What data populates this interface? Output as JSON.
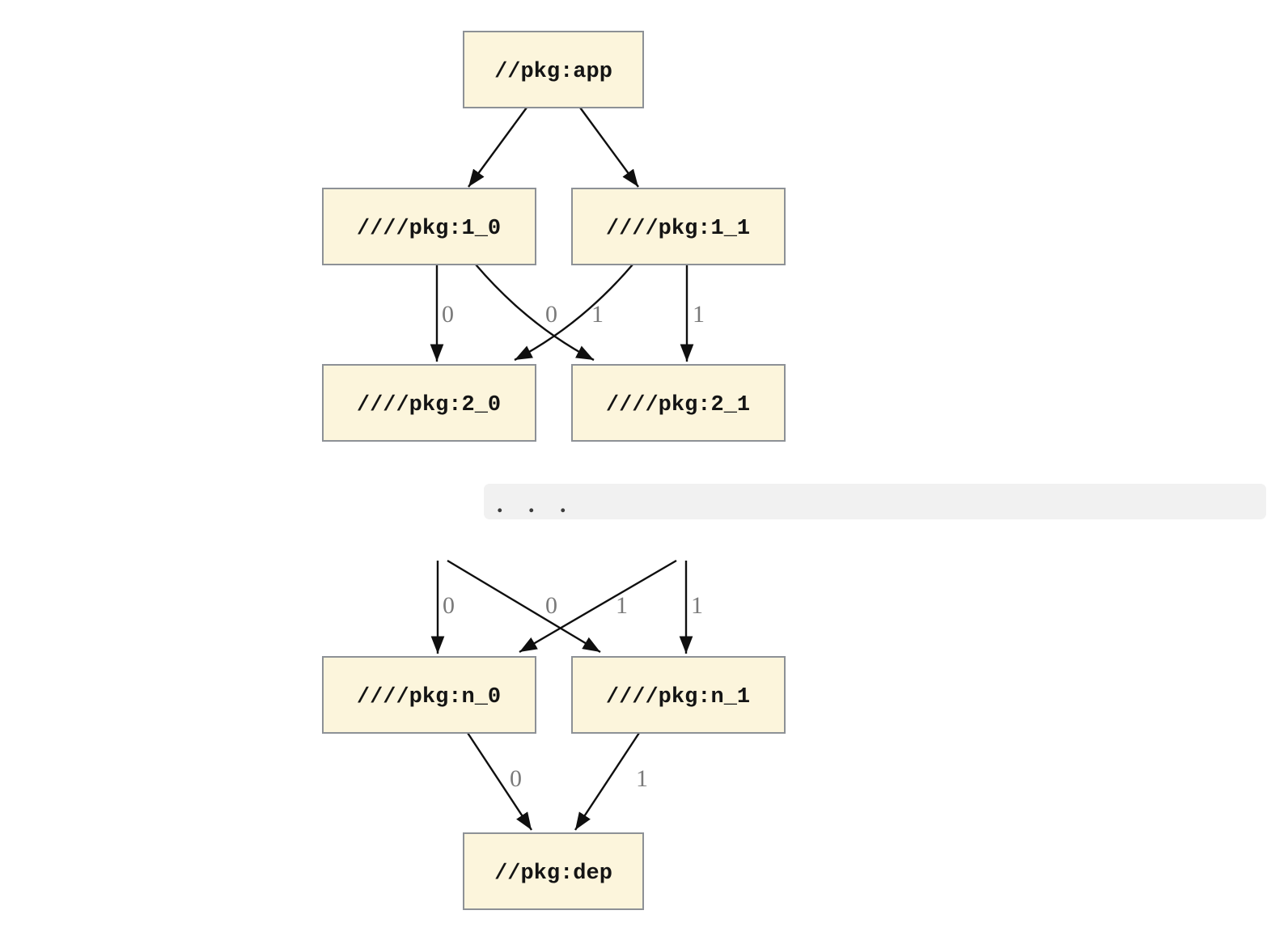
{
  "diagram": {
    "type": "dependency-graph",
    "nodes": [
      {
        "id": "app",
        "label": "//pkg:app"
      },
      {
        "id": "1_0",
        "label": "////pkg:1_0"
      },
      {
        "id": "1_1",
        "label": "////pkg:1_1"
      },
      {
        "id": "2_0",
        "label": "////pkg:2_0"
      },
      {
        "id": "2_1",
        "label": "////pkg:2_1"
      },
      {
        "id": "n_0",
        "label": "////pkg:n_0"
      },
      {
        "id": "n_1",
        "label": "////pkg:n_1"
      },
      {
        "id": "dep",
        "label": "//pkg:dep"
      }
    ],
    "separator": {
      "label": ". . ."
    },
    "edges": [
      {
        "from": "//pkg:app",
        "to": "////pkg:1_0",
        "label": ""
      },
      {
        "from": "//pkg:app",
        "to": "////pkg:1_1",
        "label": ""
      },
      {
        "from": "////pkg:1_0",
        "to": "////pkg:2_0",
        "label": "0"
      },
      {
        "from": "////pkg:1_0",
        "to": "////pkg:2_1",
        "label": "1"
      },
      {
        "from": "////pkg:1_1",
        "to": "////pkg:2_0",
        "label": "0"
      },
      {
        "from": "////pkg:1_1",
        "to": "////pkg:2_1",
        "label": "1"
      },
      {
        "from": "...",
        "to": "////pkg:n_0",
        "label": "0"
      },
      {
        "from": "...",
        "to": "////pkg:n_1",
        "label": "1"
      },
      {
        "from": "...",
        "to": "////pkg:n_0",
        "label": "0"
      },
      {
        "from": "...",
        "to": "////pkg:n_1",
        "label": "1"
      },
      {
        "from": "////pkg:n_0",
        "to": "//pkg:dep",
        "label": "0"
      },
      {
        "from": "////pkg:n_1",
        "to": "//pkg:dep",
        "label": "1"
      }
    ],
    "colors": {
      "node_fill": "#fcf5dc",
      "node_border": "#8d9196",
      "edge": "#0f0f0f",
      "edge_label": "#7a7a7a",
      "separator_fill": "#f1f1f1",
      "background": "#ffffff"
    }
  }
}
